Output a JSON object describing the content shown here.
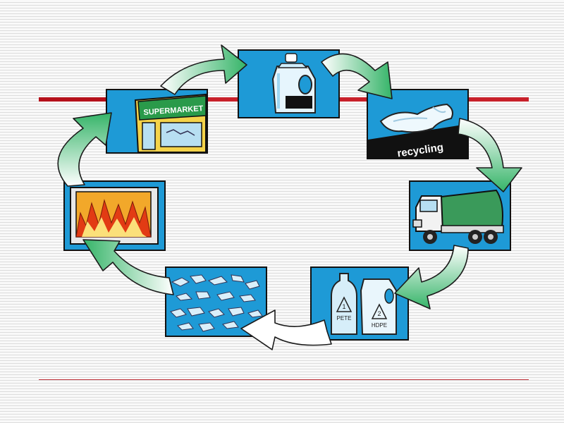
{
  "diagram": {
    "stages": [
      {
        "name": "Milk jug",
        "icon": "milk-jug-icon"
      },
      {
        "name": "Plastic bag",
        "icon": "plastic-bag-icon",
        "label": "recycling"
      },
      {
        "name": "Garbage truck",
        "icon": "truck-icon"
      },
      {
        "name": "Bottles",
        "icon": "bottles-icon",
        "labels": [
          "1",
          "PETE",
          "2",
          "HDPE"
        ]
      },
      {
        "name": "Flakes",
        "icon": "flakes-icon"
      },
      {
        "name": "Furnace",
        "icon": "fire-icon"
      },
      {
        "name": "Store",
        "icon": "store-icon",
        "sign": "SUPERMARKET"
      }
    ],
    "colors": {
      "panel_blue": "#1e9ad6",
      "arrow_green": "#3db66b",
      "rule_red": "#c8202a",
      "store_green": "#2a9a4a"
    }
  }
}
